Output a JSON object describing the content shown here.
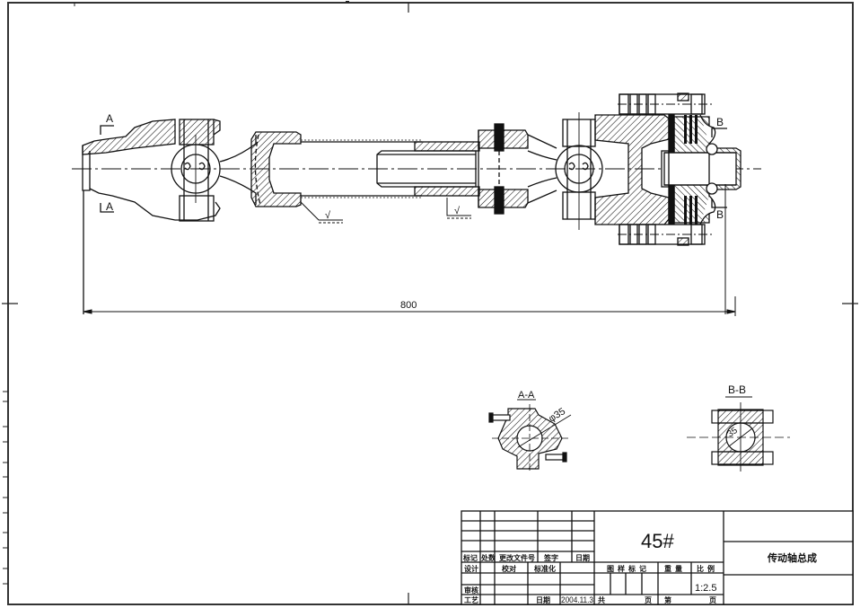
{
  "drawing": {
    "overall_dimension": "800",
    "section_markers": {
      "a_top": "A",
      "a_bottom": "A",
      "b_top": "B",
      "b_bottom": "B"
    },
    "section_views": [
      {
        "title": "A-A",
        "diameter_label": "φ35"
      },
      {
        "title": "B-B",
        "diameter_label": "35"
      }
    ],
    "roughness_symbols": [
      "√",
      "√"
    ]
  },
  "title_block": {
    "revision_headers": {
      "mark": "标记",
      "count": "处数",
      "change_doc": "更改文件号",
      "signature": "签字",
      "date": "日期"
    },
    "roles": {
      "design": "设计",
      "checked": "校对",
      "standardized": "标准化",
      "review": "审核",
      "process": "工艺",
      "date_label": "日期",
      "date_value": "2004.11.3"
    },
    "material": "45#",
    "sample_mark_label": "图样标记",
    "weight_label": "重量",
    "scale_label": "比例",
    "scale_value": "1:2.5",
    "total_label": "共",
    "page_label": "页",
    "sheet_label": "第",
    "sheet_page_label": "页",
    "drawing_title": "传动轴总成"
  },
  "colors": {
    "line": "#111111",
    "frame": "#333333",
    "background": "#ffffff"
  }
}
